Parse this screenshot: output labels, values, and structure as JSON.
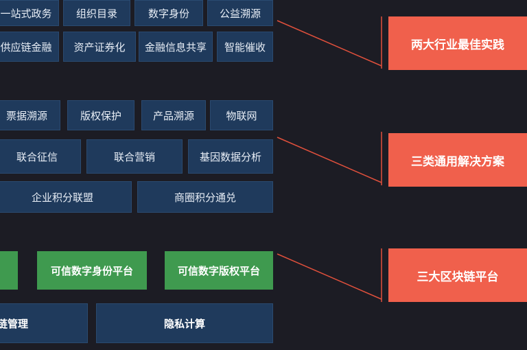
{
  "layers": [
    {
      "label": "两大行业最佳实践",
      "rows": [
        [
          "一站式政务",
          "组织目录",
          "数字身份",
          "公益溯源"
        ],
        [
          "供应链金融",
          "资产证券化",
          "金融信息共享",
          "智能催收"
        ]
      ]
    },
    {
      "label": "三类通用解决方案",
      "rows": [
        [
          "票据溯源",
          "版权保护",
          "产品溯源",
          "物联网"
        ],
        [
          "联合征信",
          "联合营销",
          "基因数据分析"
        ],
        [
          "企业积分联盟",
          "商圈积分通兑"
        ]
      ]
    },
    {
      "label": "三大区块链平台",
      "rows": [
        [
          "",
          "可信数字身份平台",
          "可信数字版权平台"
        ],
        [
          "链管理",
          "隐私计算"
        ]
      ]
    }
  ],
  "colors": {
    "background": "#1c1c24",
    "module": "#1f3a5c",
    "platform": "#3f9a4f",
    "label": "#f0604c",
    "connector": "#e0503c"
  }
}
